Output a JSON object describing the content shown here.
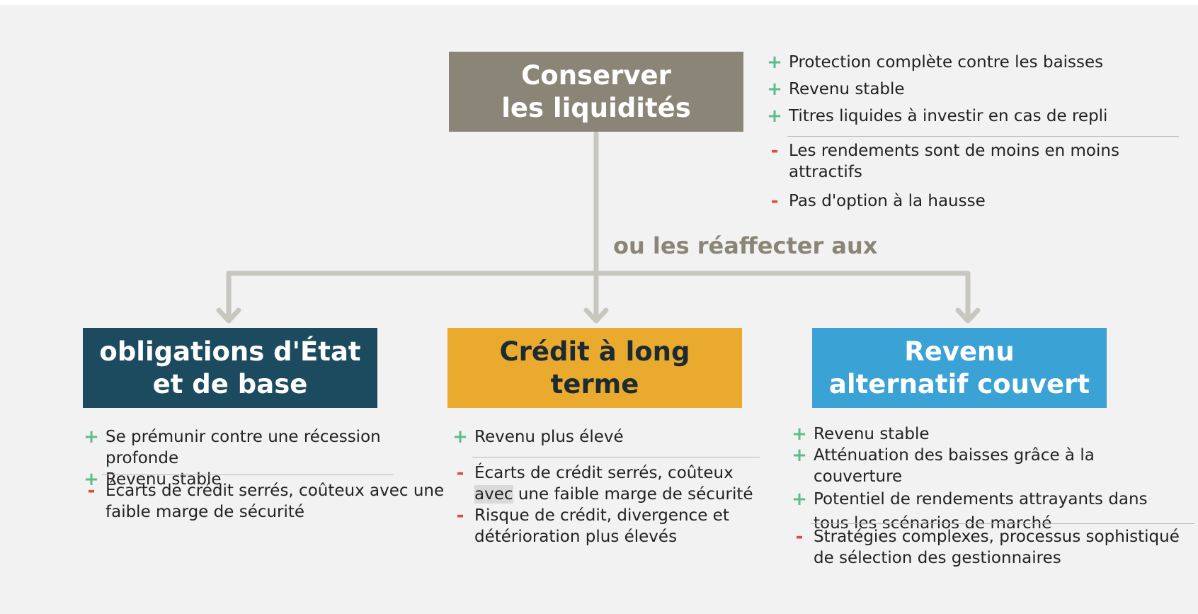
{
  "colors": {
    "background": "#f2f2f2",
    "cash_box": "#8a8577",
    "gov_box": "#1c4a5e",
    "credit_box": "#e9aa2e",
    "alt_box": "#3aa2d4",
    "connector": "#c8c7bf",
    "plus": "#5bbd8c",
    "minus": "#e04b3c"
  },
  "top": {
    "title_line1": "Conserver",
    "title_line2": "les liquidités",
    "pros": [
      "Protection complète contre les baisses",
      "Revenu stable",
      "Titres liquides à investir en cas de repli"
    ],
    "cons": [
      "Les rendements sont de moins en moins attractifs",
      "Pas d'option à la hausse"
    ]
  },
  "connector_label": "ou les réaffecter aux",
  "symbols": {
    "plus": "+",
    "minus": "-"
  },
  "gov": {
    "title_line1": "obligations d'État",
    "title_line2": "et de base",
    "pros": [
      "Se prémunir contre une récession profonde",
      "Revenu stable"
    ],
    "cons": [
      "Écarts de crédit serrés, coûteux avec une faible marge de sécurité"
    ]
  },
  "credit": {
    "title": "Crédit à long terme",
    "pros": [
      "Revenu plus élevé"
    ],
    "cons_1_before": "Écarts de crédit serrés, coûteux ",
    "cons_1_highlight": "avec",
    "cons_1_after": " une faible marge de sécurité",
    "cons_2": "Risque de crédit, divergence et détérioration plus élevés"
  },
  "alt": {
    "title_line1": "Revenu",
    "title_line2": "alternatif couvert",
    "pros": [
      "Revenu stable",
      "Atténuation des baisses grâce à la couverture",
      "Potentiel de rendements attrayants dans tous les scénarios de marché"
    ],
    "cons": [
      "Stratégies complexes, processus sophistiqué de sélection des gestionnaires"
    ]
  }
}
